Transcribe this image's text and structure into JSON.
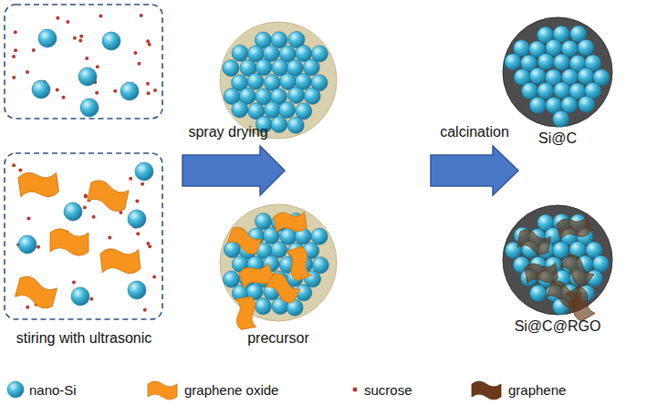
{
  "diagram": {
    "nodes": [
      {
        "text": [
          "Si@C"
        ]
      },
      {
        "text": [
          "Si@C@RGO"
        ]
      }
    ],
    "labels": [
      "spray drying",
      "calcination",
      "stiring with ultrasonic",
      "precursor"
    ],
    "legend": [
      {
        "text": "nano-Si",
        "color": "#2aa7cc"
      },
      {
        "text": "graphene oxide",
        "color": "#f7941d"
      },
      {
        "text": "sucrose",
        "color": "#b23a30"
      },
      {
        "text": "graphene",
        "color": "#6b3a1a"
      }
    ]
  }
}
